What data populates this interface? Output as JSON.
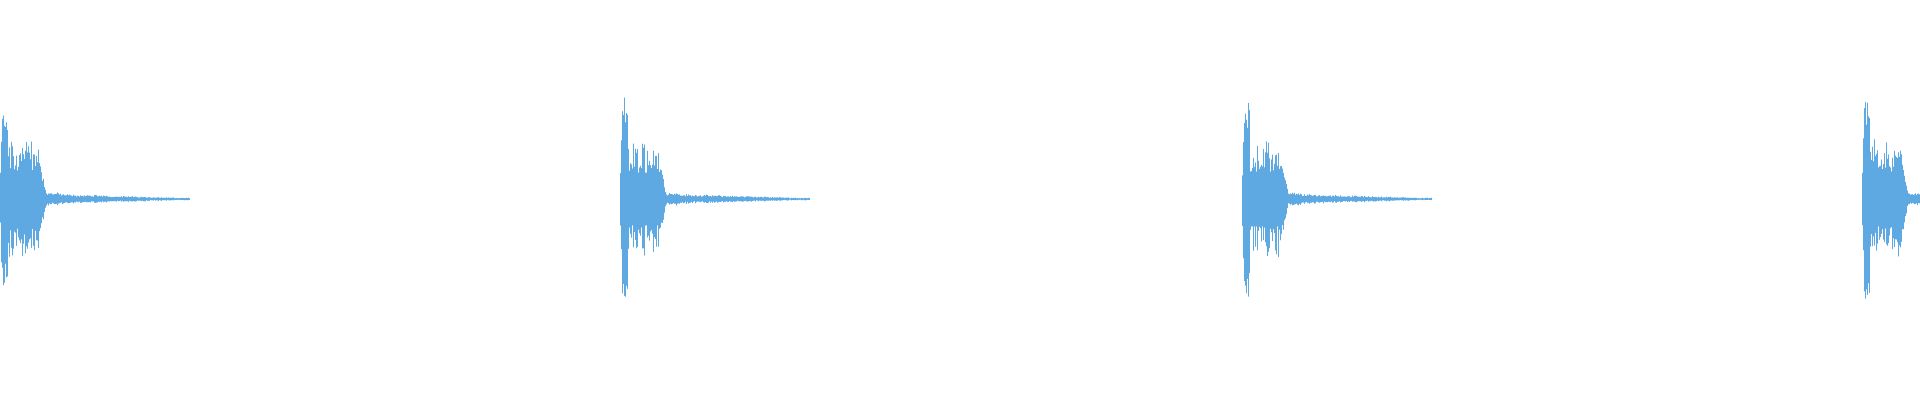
{
  "waveform": {
    "color": "#5ea9e1",
    "background": "#ffffff",
    "transients": [
      {
        "peak_amplitude": 0.8,
        "tail_amplitude": 0.52
      },
      {
        "peak_amplitude": 0.92,
        "tail_amplitude": 0.48
      },
      {
        "peak_amplitude": 0.9,
        "tail_amplitude": 0.5
      },
      {
        "peak_amplitude": 0.98,
        "tail_amplitude": 0.5
      }
    ]
  }
}
